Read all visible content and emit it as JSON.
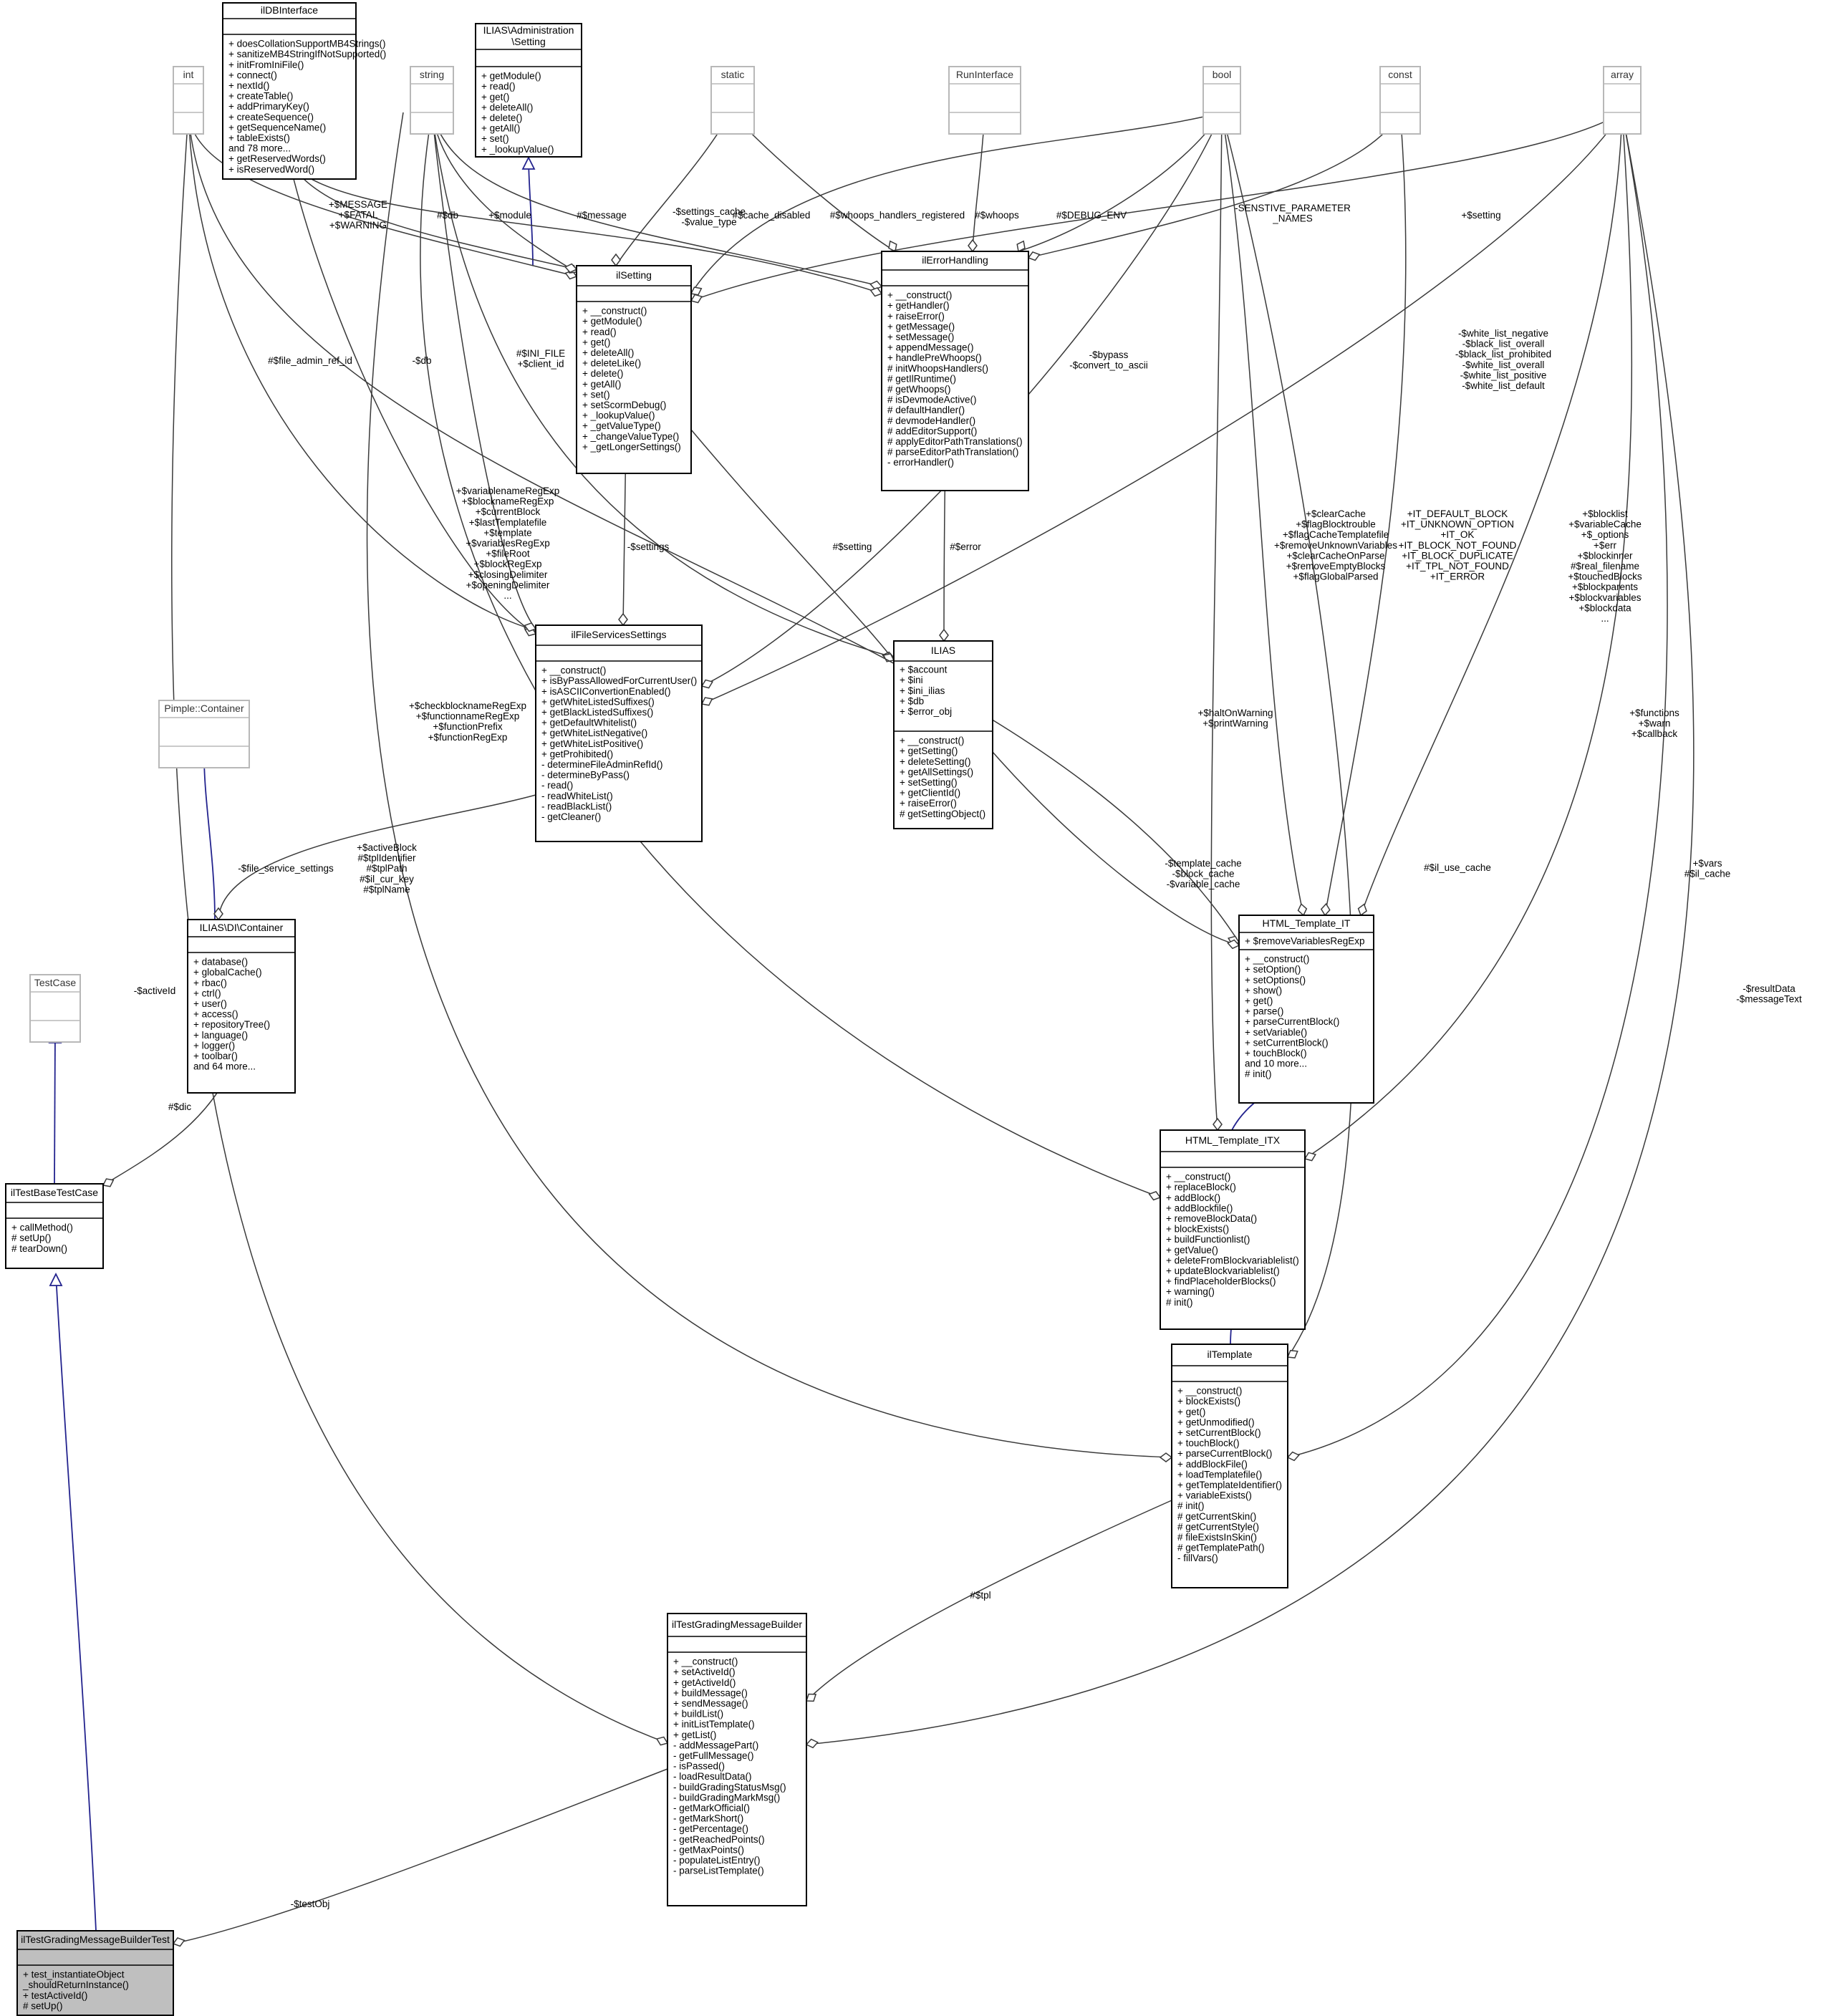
{
  "classes": {
    "int": {
      "title": [
        "int"
      ],
      "members": []
    },
    "ildbinterface": {
      "title": [
        "ilDBInterface"
      ],
      "members": [
        "+ doesCollationSupportMB4Strings()",
        "+ sanitizeMB4StringIfNotSupported()",
        "+ initFromIniFile()",
        "+ connect()",
        "+ nextId()",
        "+ createTable()",
        "+ addPrimaryKey()",
        "+ createSequence()",
        "+ getSequenceName()",
        "+ tableExists()",
        "and 78 more...",
        "+ getReservedWords()",
        "+ isReservedWord()"
      ]
    },
    "string": {
      "title": [
        "string"
      ],
      "members": []
    },
    "admin_setting": {
      "title": [
        "ILIAS\\Administration",
        "\\Setting"
      ],
      "members": [
        "+ getModule()",
        "+ read()",
        "+ get()",
        "+ deleteAll()",
        "+ delete()",
        "+ getAll()",
        "+ set()",
        "+ _lookupValue()"
      ]
    },
    "static": {
      "title": [
        "static"
      ],
      "members": []
    },
    "runinterface": {
      "title": [
        "RunInterface"
      ],
      "members": []
    },
    "bool": {
      "title": [
        "bool"
      ],
      "members": []
    },
    "const": {
      "title": [
        "const"
      ],
      "members": []
    },
    "array": {
      "title": [
        "array"
      ],
      "members": []
    },
    "ilsetting": {
      "title": [
        "ilSetting"
      ],
      "members": [
        "+ __construct()",
        "+ getModule()",
        "+ read()",
        "+ get()",
        "+ deleteAll()",
        "+ deleteLike()",
        "+ delete()",
        "+ getAll()",
        "+ set()",
        "+ setScormDebug()",
        "+ _lookupValue()",
        "+ _getValueType()",
        "+ _changeValueType()",
        "+ _getLongerSettings()"
      ]
    },
    "ilerrorhandling": {
      "title": [
        "ilErrorHandling"
      ],
      "members": [
        "+ __construct()",
        "+ getHandler()",
        "+ raiseError()",
        "+ getMessage()",
        "+ setMessage()",
        "+ appendMessage()",
        "+ handlePreWhoops()",
        "# initWhoopsHandlers()",
        "# getIlRuntime()",
        "# getWhoops()",
        "# isDevmodeActive()",
        "# defaultHandler()",
        "# devmodeHandler()",
        "# addEditorSupport()",
        "# applyEditorPathTranslations()",
        "# parseEditorPathTranslation()",
        "- errorHandler()"
      ]
    },
    "ilfileservicessettings": {
      "title": [
        "ilFileServicesSettings"
      ],
      "members": [
        "+ __construct()",
        "+ isByPassAllowedForCurrentUser()",
        "+ isASCIIConvertionEnabled()",
        "+ getWhiteListedSuffixes()",
        "+ getBlackListedSuffixes()",
        "+ getDefaultWhitelist()",
        "+ getWhiteListNegative()",
        "+ getWhiteListPositive()",
        "+ getProhibited()",
        "- determineFileAdminRefId()",
        "- determineByPass()",
        "- read()",
        "- readWhiteList()",
        "- readBlackList()",
        "- getCleaner()"
      ]
    },
    "ilias": {
      "title": [
        "ILIAS"
      ],
      "attrs": [
        "+ $account",
        "+ $ini",
        "+ $ini_ilias",
        "+ $db",
        "+ $error_obj"
      ],
      "members": [
        "+ __construct()",
        "+ getSetting()",
        "+ deleteSetting()",
        "+ getAllSettings()",
        "+ setSetting()",
        "+ getClientId()",
        "+ raiseError()",
        "# getSettingObject()"
      ]
    },
    "pimple": {
      "title": [
        "Pimple::Container"
      ],
      "members": []
    },
    "di_container": {
      "title": [
        "ILIAS\\DI\\Container"
      ],
      "members": [
        "+ database()",
        "+ globalCache()",
        "+ rbac()",
        "+ ctrl()",
        "+ user()",
        "+ access()",
        "+ repositoryTree()",
        "+ language()",
        "+ logger()",
        "+ toolbar()",
        "and 64 more..."
      ]
    },
    "testcase": {
      "title": [
        "TestCase"
      ],
      "members": []
    },
    "iltestbasetestcase": {
      "title": [
        "ilTestBaseTestCase"
      ],
      "members": [
        "+ callMethod()",
        "# setUp()",
        "# tearDown()"
      ]
    },
    "html_template_it": {
      "title": [
        "HTML_Template_IT"
      ],
      "attrs": [
        "+ $removeVariablesRegExp"
      ],
      "members": [
        "+ __construct()",
        "+ setOption()",
        "+ setOptions()",
        "+ show()",
        "+ get()",
        "+ parse()",
        "+ parseCurrentBlock()",
        "+ setVariable()",
        "+ setCurrentBlock()",
        "+ touchBlock()",
        "and 10 more...",
        "# init()"
      ]
    },
    "html_template_itx": {
      "title": [
        "HTML_Template_ITX"
      ],
      "members": [
        "+ __construct()",
        "+ replaceBlock()",
        "+ addBlock()",
        "+ addBlockfile()",
        "+ removeBlockData()",
        "+ blockExists()",
        "+ buildFunctionlist()",
        "+ getValue()",
        "+ deleteFromBlockvariablelist()",
        "+ updateBlockvariablelist()",
        "+ findPlaceholderBlocks()",
        "+ warning()",
        "# init()"
      ]
    },
    "iltemplate": {
      "title": [
        "ilTemplate"
      ],
      "members": [
        "+ __construct()",
        "+ blockExists()",
        "+ get()",
        "+ getUnmodified()",
        "+ setCurrentBlock()",
        "+ touchBlock()",
        "+ parseCurrentBlock()",
        "+ addBlockFile()",
        "+ loadTemplatefile()",
        "+ getTemplateIdentifier()",
        "+ variableExists()",
        "# init()",
        "# getCurrentSkin()",
        "# getCurrentStyle()",
        "# fileExistsInSkin()",
        "# getTemplatePath()",
        "- fillVars()"
      ]
    },
    "iltestgradingmessagebuilder": {
      "title": [
        "ilTestGradingMessageBuilder"
      ],
      "members": [
        "+ __construct()",
        "+ setActiveId()",
        "+ getActiveId()",
        "+ buildMessage()",
        "+ sendMessage()",
        "+ buildList()",
        "+ initListTemplate()",
        "+ getList()",
        "- addMessagePart()",
        "- getFullMessage()",
        "- isPassed()",
        "- loadResultData()",
        "- buildGradingStatusMsg()",
        "- buildGradingMarkMsg()",
        "- getMarkOfficial()",
        "- getMarkShort()",
        "- getPercentage()",
        "- getReachedPoints()",
        "- getMaxPoints()",
        "- populateListEntry()",
        "- parseListTemplate()"
      ]
    },
    "iltestgradingmessagebuildertest": {
      "title": [
        "ilTestGradingMessageBuilderTest"
      ],
      "members": [
        "+ test_instantiateObject",
        "_shouldReturnInstance()",
        "+ testActiveId()",
        "# setUp()"
      ]
    }
  },
  "edge_labels": {
    "message_fatal_warning": [
      "+$MESSAGE",
      "+$FATAL",
      "+$WARNING"
    ],
    "db_setting": [
      "#$db"
    ],
    "module": [
      "+$module"
    ],
    "message": [
      "#$message"
    ],
    "settings_cache": [
      "-$settings_cache",
      "-$value_type"
    ],
    "cache_disabled": [
      "#$cache_disabled"
    ],
    "whoops_handlers_registered": [
      "#$whoops_handlers_registered"
    ],
    "whoops": [
      "#$whoops"
    ],
    "debug_env": [
      "#$DEBUG_ENV"
    ],
    "senstive": [
      "-SENSTIVE_PARAMETER",
      "_NAMES"
    ],
    "setting_array": [
      "+$setting"
    ],
    "file_admin_ref_id": [
      "#$file_admin_ref_id"
    ],
    "db_fss": [
      "-$db"
    ],
    "ini_file": [
      "#$INI_FILE",
      "+$client_id"
    ],
    "bypass": [
      "-$bypass",
      "-$convert_to_ascii"
    ],
    "white_list": [
      "-$white_list_negative",
      "-$black_list_overall",
      "-$black_list_prohibited",
      "-$white_list_overall",
      "-$white_list_positive",
      "-$white_list_default"
    ],
    "regexp_block": [
      "+$variablenameRegExp",
      "+$blocknameRegExp",
      "+$currentBlock",
      "+$lastTemplatefile",
      "+$template",
      "+$variablesRegExp",
      "+$fileRoot",
      "+$blockRegExp",
      "+$closingDelimiter",
      "+$openingDelimiter",
      "..."
    ],
    "settings": [
      "-$settings"
    ],
    "setting_ilias": [
      "#$setting"
    ],
    "error": [
      "#$error"
    ],
    "clear_cache": [
      "+$clearCache",
      "+$flagBlocktrouble",
      "+$flagCacheTemplatefile",
      "+$removeUnknownVariables",
      "+$clearCacheOnParse",
      "+$removeEmptyBlocks",
      "+$flagGlobalParsed"
    ],
    "it_consts": [
      "+IT_DEFAULT_BLOCK",
      "+IT_UNKNOWN_OPTION",
      "+IT_OK",
      "+IT_BLOCK_NOT_FOUND",
      "+IT_BLOCK_DUPLICATE",
      "+IT_TPL_NOT_FOUND",
      "+IT_ERROR"
    ],
    "blocklist": [
      "+$blocklist",
      "+$variableCache",
      "+$_options",
      "+$err",
      "+$blockinner",
      "#$real_filename",
      "+$touchedBlocks",
      "+$blockparents",
      "+$blockvariables",
      "+$blockdata",
      "..."
    ],
    "checkblockname": [
      "+$checkblocknameRegExp",
      "+$functionnameRegExp",
      "+$functionPrefix",
      "+$functionRegExp"
    ],
    "halt_on_warning": [
      "+$haltOnWarning",
      "+$printWarning"
    ],
    "functions": [
      "+$functions",
      "+$warn",
      "+$callback"
    ],
    "file_service_settings": [
      "-$file_service_settings"
    ],
    "template_cache": [
      "-$template_cache",
      "-$block_cache",
      "-$variable_cache"
    ],
    "active_block": [
      "+$activeBlock",
      "#$tplIdentifier",
      "#$tplPath",
      "#$il_cur_key",
      "#$tplName"
    ],
    "il_use_cache": [
      "#$il_use_cache"
    ],
    "vars": [
      "+$vars",
      "#$il_cache"
    ],
    "active_id": [
      "-$activeId"
    ],
    "dic": [
      "#$dic"
    ],
    "result_data": [
      "-$resultData",
      "-$messageText"
    ],
    "tpl": [
      "#$tpl"
    ],
    "test_obj": [
      "-$testObj"
    ]
  }
}
